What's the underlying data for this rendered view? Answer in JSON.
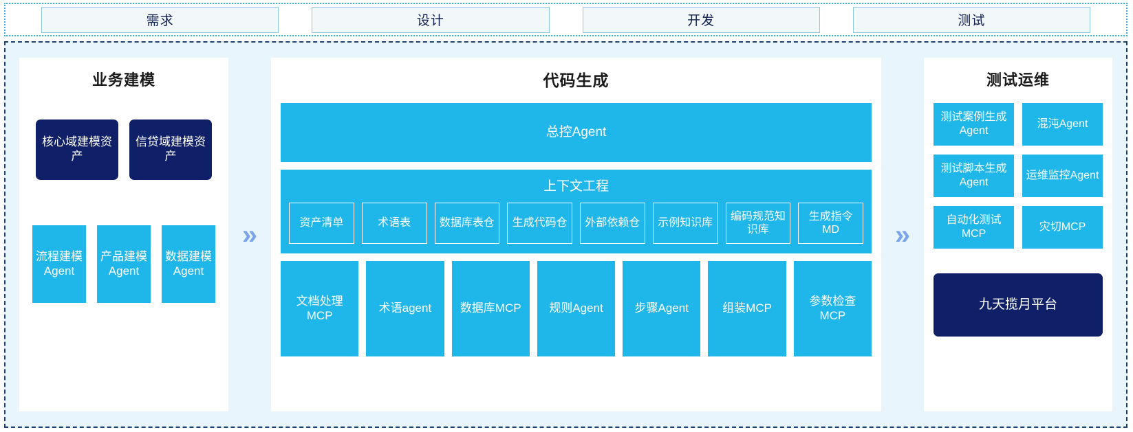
{
  "phases": {
    "items": [
      {
        "label": "需求"
      },
      {
        "label": "设计"
      },
      {
        "label": "开发"
      },
      {
        "label": "测试"
      }
    ]
  },
  "connectors": {
    "chevron": "»︎"
  },
  "colors": {
    "cyan": "#1fb6e9",
    "navy": "#102068",
    "panel_bg": "#e9f5fd",
    "chevron": "#7ba5e8",
    "tab_border": "#8fc8e2",
    "frame_dash": "#1c3f6e",
    "strip_dot": "#29b6e8"
  },
  "left_panel": {
    "title": "业务建模",
    "assets": [
      {
        "label": "核心域建模资产"
      },
      {
        "label": "信贷域建模资产"
      }
    ],
    "agents": [
      {
        "label": "流程建模Agent"
      },
      {
        "label": "产品建模Agent"
      },
      {
        "label": "数据建模Agent"
      }
    ]
  },
  "mid_panel": {
    "title": "代码生成",
    "master_agent": "总控Agent",
    "context": {
      "title": "上下文工程",
      "items": [
        {
          "label": "资产清单"
        },
        {
          "label": "术语表"
        },
        {
          "label": "数据库表仓"
        },
        {
          "label": "生成代码仓"
        },
        {
          "label": "外部依赖仓"
        },
        {
          "label": "示例知识库"
        },
        {
          "label": "编码规范知识库"
        },
        {
          "label": "生成指令MD"
        }
      ]
    },
    "tools": [
      {
        "label": "文档处理MCP"
      },
      {
        "label": "术语agent"
      },
      {
        "label": "数据库MCP"
      },
      {
        "label": "规则Agent"
      },
      {
        "label": "步骤Agent"
      },
      {
        "label": "组装MCP"
      },
      {
        "label": "参数检查MCP"
      }
    ]
  },
  "right_panel": {
    "title": "测试运维",
    "cards": [
      {
        "label": "测试案例生成Agent"
      },
      {
        "label": "混沌Agent"
      },
      {
        "label": "测试脚本生成Agent"
      },
      {
        "label": "运维监控Agent"
      },
      {
        "label": "自动化测试MCP"
      },
      {
        "label": "灾切MCP"
      }
    ],
    "platform": "九天揽月平台"
  }
}
